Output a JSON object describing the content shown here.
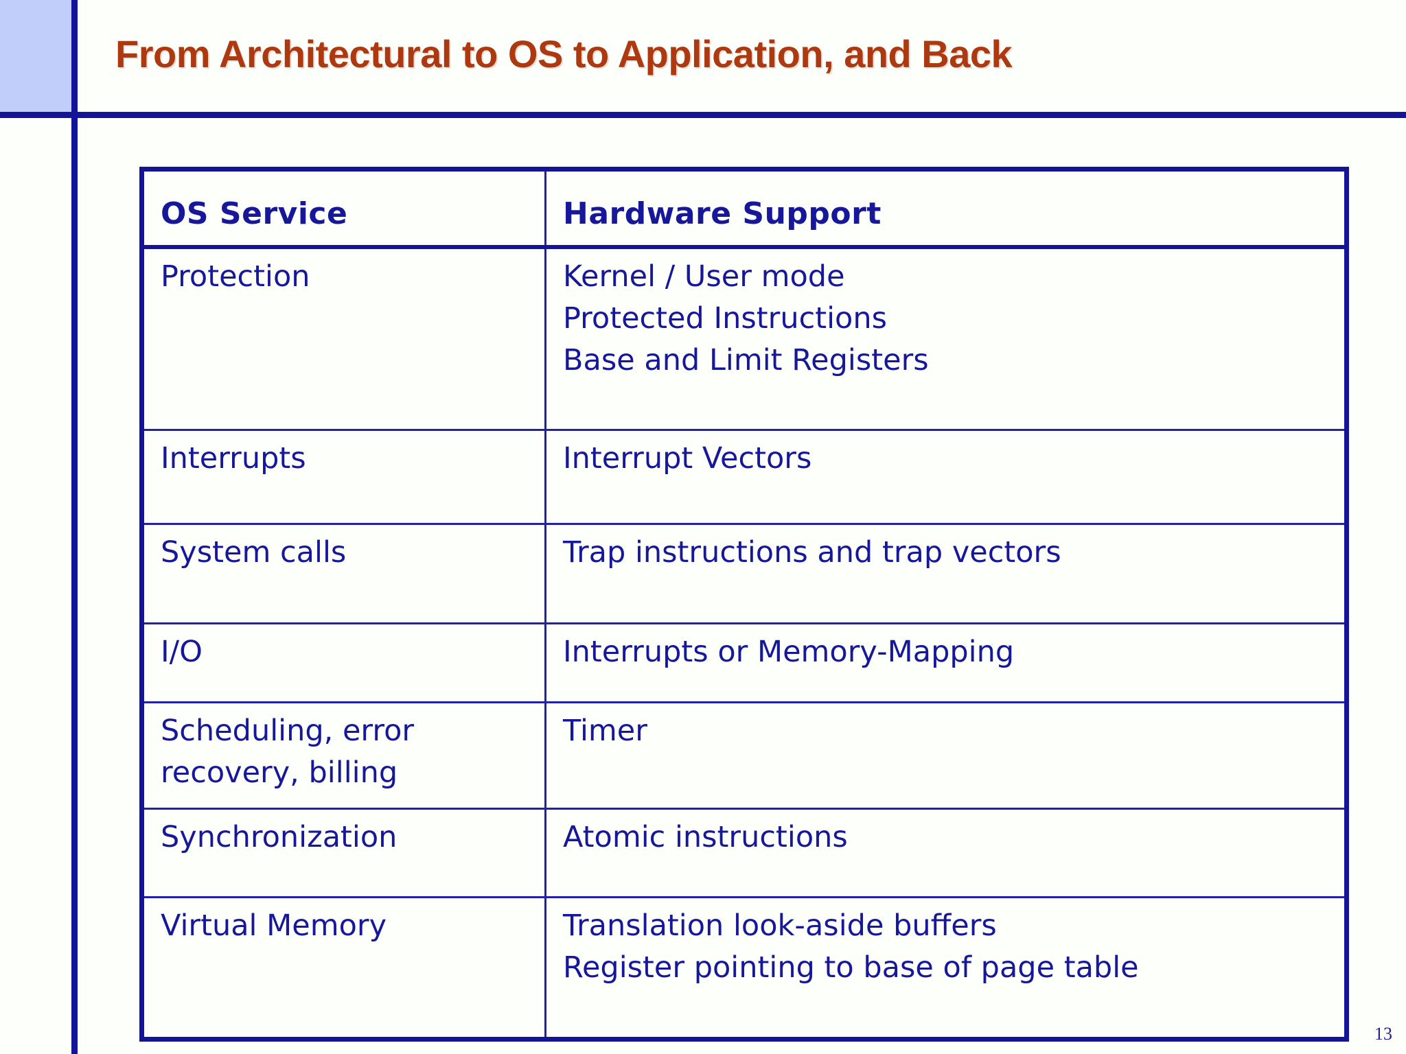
{
  "slide": {
    "title": "From Architectural to OS to Application, and Back",
    "page_number": "13",
    "colors": {
      "background": "#fdfffb",
      "title_text": "#ad3911",
      "rule_blue": "#141499",
      "corner_block": "#c2cefa",
      "table_text": "#171799",
      "page_number": "#21218c"
    }
  },
  "table": {
    "headers": {
      "service": "OS Service",
      "hardware": "Hardware Support"
    },
    "rows": [
      {
        "service": "Protection",
        "hardware": [
          "Kernel / User mode",
          "Protected Instructions",
          "Base and Limit Registers"
        ]
      },
      {
        "service": "Interrupts",
        "hardware": [
          "Interrupt Vectors"
        ]
      },
      {
        "service": "System calls",
        "hardware": [
          "Trap instructions and trap vectors"
        ]
      },
      {
        "service": "I/O",
        "hardware": [
          "Interrupts or Memory-Mapping"
        ]
      },
      {
        "service": "Scheduling, error recovery, billing",
        "hardware": [
          "Timer"
        ]
      },
      {
        "service": "Synchronization",
        "hardware": [
          "Atomic instructions"
        ]
      },
      {
        "service": "Virtual Memory",
        "hardware": [
          "Translation look-aside buffers",
          "Register pointing to base of page table"
        ]
      }
    ]
  }
}
